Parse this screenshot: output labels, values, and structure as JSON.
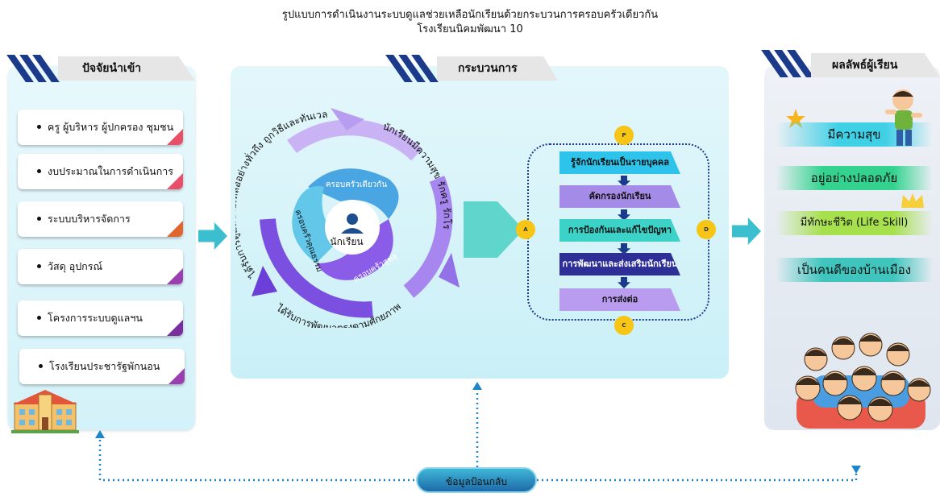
{
  "title": {
    "line1": "รูปแบบการดำเนินงานระบบดูแลช่วยเหลือนักเรียนด้วยกระบวนการครอบครัวเดียวกัน",
    "line2": "โรงเรียนนิคมพัฒนา 10"
  },
  "inputs": {
    "header": "ปัจจัยนำเข้า",
    "items": [
      {
        "label": "ครู ผู้บริหาร ผู้ปกครอง ชุมชน",
        "color": "#e8506a"
      },
      {
        "label": "งบประมาณในการดำเนินการ",
        "color": "#e8506a"
      },
      {
        "label": "ระบบบริหารจัดการ",
        "color": "#e0662f"
      },
      {
        "label": "วัสดุ อุปกรณ์",
        "color": "#9b3fb0"
      },
      {
        "label": "โครงการระบบดูแลฯน",
        "color": "#7a2f9e"
      },
      {
        "label": "โรงเรียนประชารัฐพักนอน",
        "color": "#9b3fb0"
      }
    ]
  },
  "process": {
    "header": "กระบวนการ",
    "center_label": "นักเรียน",
    "segments": [
      "ครอบครัวเดียวกัน",
      "ครอบครัวสุขสุ",
      "ครอบครัวคุณธรรม"
    ],
    "arc_top": "นักเรียนมีความสุข รักครู รักโรงเรียน",
    "arc_left": "ได้รับการดูแลช่วยเหลืออย่างทั่วถึง ถูกวิธีและทันเวลา",
    "arc_bottom": "ได้รับการพัฒนาตรงตามศักยภาพ",
    "pdca": {
      "p": "P",
      "a": "A",
      "d": "D",
      "c": "C"
    },
    "steps": [
      {
        "label": "รู้จักนักเรียนเป็นรายบุคคล",
        "color": "#2ec3ea"
      },
      {
        "label": "คัดกรองนักเรียน",
        "color": "#a58be8"
      },
      {
        "label": "การป้องกันและแก้ไขปัญหา",
        "color": "#3dd2c8"
      },
      {
        "label": "การพัฒนาและส่งเสริมนักเรียน",
        "color": "#2d2e96"
      },
      {
        "label": "การส่งต่อ",
        "color": "#b99cf0"
      }
    ]
  },
  "outcomes": {
    "header": "ผลลัพธ์ผู้เรียน",
    "items": [
      {
        "label": "มีความสุข",
        "color": "#3fd0e6"
      },
      {
        "label": "อยู่อย่างปลอดภัย",
        "color": "#33d38f"
      },
      {
        "label": "มีทักษะชีวิต (Life Skill)",
        "color": "#a7e04d"
      },
      {
        "label": "เป็นคนดีของบ้านเมือง",
        "color": "#3fc5bd"
      }
    ]
  },
  "feedback_label": "ข้อมูลป้อนกลับ",
  "colors": {
    "arrow": "#3bbfcf",
    "stripe": "#1b3a8a",
    "dotted": "#1d86c9"
  }
}
